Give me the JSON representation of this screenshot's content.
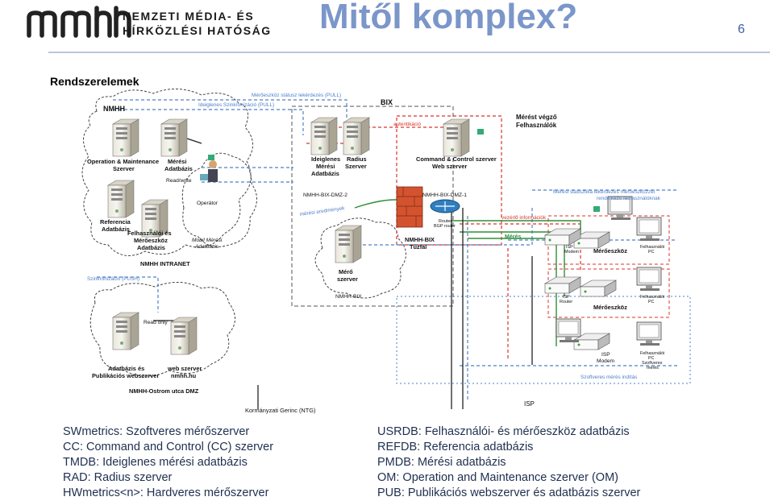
{
  "header": {
    "logo_line1": "NEMZETI MÉDIA- ÉS",
    "logo_line2": "HÍRKÖZLÉSI HATÓSÁG",
    "title": "Mitől komplex?",
    "page_number": "6"
  },
  "subtitle": "Rendszerelemek",
  "diagram": {
    "nmhh": "NMHH",
    "om": [
      "Operation & Maintenance",
      "Szerver"
    ],
    "meresi_adatbazis": [
      "Mérési",
      "Adatbázis"
    ],
    "readwrite": "Read/write",
    "operator": "Operátor",
    "referencia": [
      "Referencia",
      "Adatbázis"
    ],
    "felhasznaloi": [
      "Felhasználói és",
      "Mérőeszköz",
      "Adatbázis"
    ],
    "mobil": [
      "Mobil Mérési",
      "Adatbázis"
    ],
    "intranet": "NMHH INTRANET",
    "top_pull1": "Mérőeszköz státusz lekérdezés (PULL)",
    "top_pull2": "Ideiglenes Szinkronizáció (PULL)",
    "bix": "BIX",
    "ideiglenes": [
      "Ideiglenes",
      "Mérési",
      "Adatbázis"
    ],
    "radius": [
      "Radius",
      "Szerver"
    ],
    "autentikacio": "autentikáció",
    "cc": [
      "Command & Control szerver",
      "Web szerver"
    ],
    "merest_vegzo": [
      "Mérést végző",
      "Felhasználók"
    ],
    "dmz2": "NMHH-BIX-DMZ-2",
    "dmz1": "NMHH-BIX-DMZ-1",
    "tuzfal": [
      "NMHH-BIX",
      "Tűzfal"
    ],
    "router": [
      "Router",
      "BGP router"
    ],
    "meresi_eredmenyek": "mérési eredmények",
    "mero": [
      "Mérő",
      "szerver"
    ],
    "nmhh_bix": "NMHH-BIX",
    "statisztika": [
      "Mérési statisztika lekérdezés mérőeszközzel",
      "rendelkező felhasználóknak"
    ],
    "vezerlo": "vezérlő információk",
    "meres": "Mérés",
    "isp_modem": [
      "ISP",
      "Modem"
    ],
    "meroeszkoz": "Mérőeszköz",
    "felhasznaloi_pc": [
      "Felhasználói",
      "PC"
    ],
    "isp_router": [
      "ISP",
      "Router"
    ],
    "isp_modem_big": [
      "ISP",
      "Modem"
    ],
    "felhasznaloi_pc_szoftveres": [
      "Felhasználói",
      "PC",
      "Szoftveres",
      "mérés"
    ],
    "szoftveres_inditas": "Szoftveres mérés indítás",
    "szinkronizacio_push": "Szinkronizáció (PUSH)",
    "read_only": "Read only",
    "pub": [
      "Adatbázis és",
      "Publikációs webszerver"
    ],
    "web": [
      "web szerver",
      "nmhh.hu"
    ],
    "ostrom": "NMHH-Ostrom utca DMZ",
    "kormanyzati": "Kormányzati Gerinc (NTG)",
    "isp": "ISP"
  },
  "legend_left": [
    "SWmetrics: Szoftveres mérőszerver",
    "CC: Command and Control (CC) szerver",
    "TMDB: Ideiglenes mérési adatbázis",
    "RAD: Radius szerver",
    "HWmetrics<n>: Hardveres mérőszerver"
  ],
  "legend_right": [
    "USRDB: Felhasználói- és mérőeszköz adatbázis",
    "REFDB: Referencia adatbázis",
    "PMDB: Mérési adatbázis",
    "OM: Operation and Maintenance szerver (OM)",
    "PUB: Publikációs webszerver és adatbázis szerver"
  ],
  "colors": {
    "title": "#7b96c9",
    "legend": "#1f2f4f",
    "blue_line": "#4f7fc8",
    "red_line": "#d9342b",
    "green_line": "#2f8f3a"
  }
}
